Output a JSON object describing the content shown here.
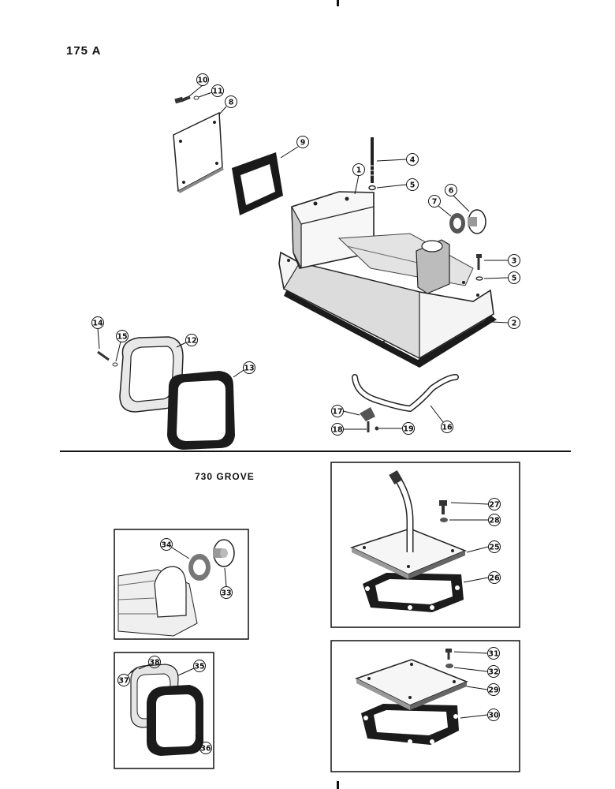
{
  "headings": {
    "section_a": "175 A",
    "section_b": "730 GROVE"
  },
  "callouts": [
    "1",
    "2",
    "3",
    "4",
    "5",
    "5",
    "6",
    "7",
    "8",
    "9",
    "10",
    "11",
    "12",
    "13",
    "14",
    "15",
    "16",
    "17",
    "18",
    "19",
    "25",
    "26",
    "27",
    "28",
    "29",
    "30",
    "31",
    "32",
    "33",
    "34",
    "35",
    "36",
    "37",
    "38"
  ]
}
